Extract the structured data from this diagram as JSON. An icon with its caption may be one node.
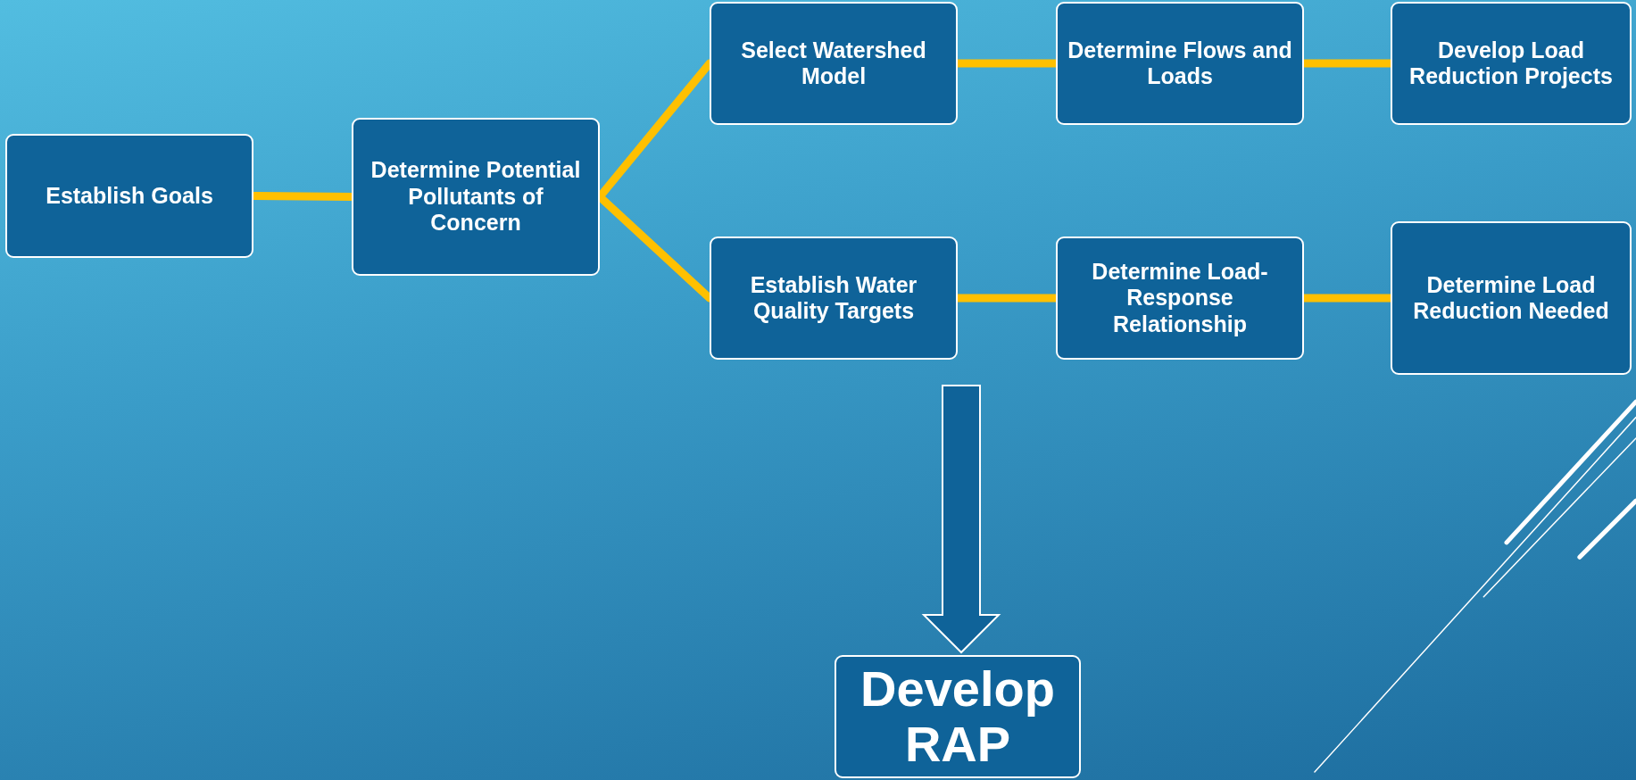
{
  "diagram": {
    "nodes": [
      {
        "text": [
          "Establish Goals"
        ]
      },
      {
        "text": [
          "Determine Potential Pollutants of Concern"
        ]
      },
      {
        "text": [
          "Select Watershed Model"
        ]
      },
      {
        "text": [
          "Determine Flows and Loads"
        ]
      },
      {
        "text": [
          "Develop Load Reduction Projects"
        ]
      },
      {
        "text": [
          "Establish Water Quality Targets"
        ]
      },
      {
        "text": [
          "Determine Load-Response Relationship"
        ]
      },
      {
        "text": [
          "Determine Load Reduction Needed"
        ]
      },
      {
        "text": [
          "Develop RAP"
        ]
      }
    ],
    "edges": [
      {
        "from": 0,
        "to": 1,
        "arrow": "none"
      },
      {
        "from": 1,
        "to": 2,
        "arrow": "none"
      },
      {
        "from": 1,
        "to": 5,
        "arrow": "none"
      },
      {
        "from": 2,
        "to": 3,
        "arrow": "none"
      },
      {
        "from": 3,
        "to": 4,
        "arrow": "none"
      },
      {
        "from": 5,
        "to": 6,
        "arrow": "none"
      },
      {
        "from": 6,
        "to": 7,
        "arrow": "none"
      },
      {
        "from": null,
        "to": 8,
        "arrow": "to",
        "style": "thick",
        "color": "#0f6399"
      }
    ]
  }
}
